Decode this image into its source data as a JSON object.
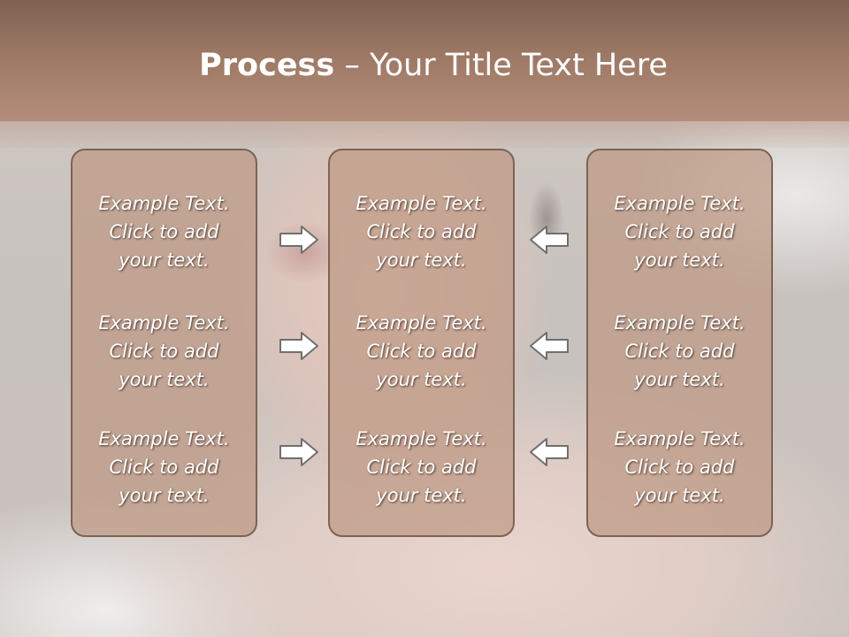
{
  "title": {
    "bold": "Process",
    "rest": " – Your Title Text Here"
  },
  "colors": {
    "header": "#9c7865",
    "box_fill": "#be9884",
    "box_border": "#7d6354",
    "text": "#ffffff"
  },
  "columns": [
    {
      "items": [
        {
          "line1": "Example Text.",
          "line2": "Click  to add",
          "line3": "your text."
        },
        {
          "line1": "Example Text.",
          "line2": "Click  to add",
          "line3": "your text."
        },
        {
          "line1": "Example Text.",
          "line2": "Click  to add",
          "line3": "your text."
        }
      ]
    },
    {
      "items": [
        {
          "line1": "Example Text.",
          "line2": "Click  to add",
          "line3": "your text."
        },
        {
          "line1": "Example Text.",
          "line2": "Click  to add",
          "line3": "your text."
        },
        {
          "line1": "Example Text.",
          "line2": "Click  to add",
          "line3": "your text."
        }
      ]
    },
    {
      "items": [
        {
          "line1": "Example Text.",
          "line2": "Click  to add",
          "line3": "your text."
        },
        {
          "line1": "Example Text.",
          "line2": "Click  to add",
          "line3": "your text."
        },
        {
          "line1": "Example Text.",
          "line2": "Click  to add",
          "line3": "your text."
        }
      ]
    }
  ],
  "arrows": {
    "left_group": "arrow-right-icon",
    "right_group": "arrow-left-icon"
  }
}
